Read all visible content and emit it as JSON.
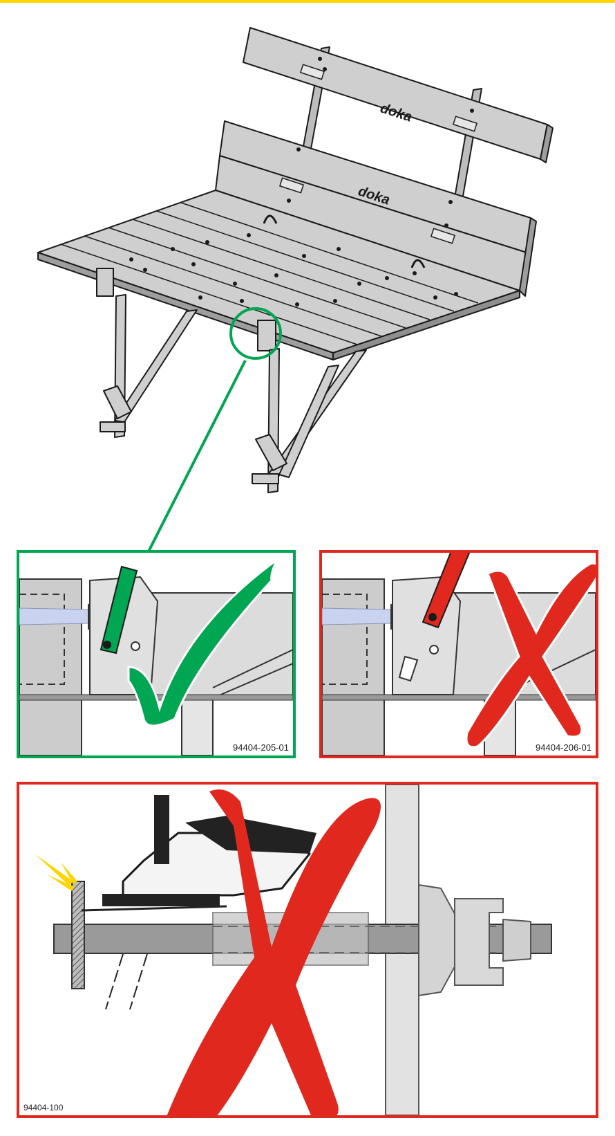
{
  "colors": {
    "top_bar": "#ffd400",
    "correct": "#00a651",
    "wrong": "#e0281e",
    "panel_gray": "#c8c8c8",
    "bolt_blue": "#c9d3f0"
  },
  "main": {
    "logo_front": "doka",
    "logo_back": "doka"
  },
  "details": {
    "correct_id": "94404-205-01",
    "wrong_id": "94404-206-01",
    "bottom_id": "94404-100"
  },
  "icons": [
    "check-icon",
    "cross-icon",
    "warning-spark-icon"
  ]
}
